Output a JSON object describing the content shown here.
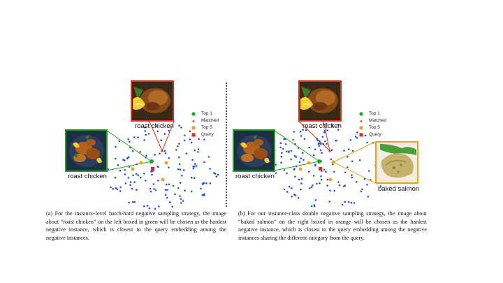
{
  "legend": {
    "top1": "Top 1",
    "matched": "Matched",
    "top5": "Top 5",
    "query": "Query"
  },
  "colors": {
    "dots": "#2255dd",
    "top1": "#22aa22",
    "matched": "#ee2222",
    "top5": "#f0a020",
    "query": "#ee2222",
    "box_green": "#2a9d2a",
    "box_red": "#e03020",
    "box_orange": "#f0a020"
  },
  "panel_a": {
    "label_top": "roast chicken",
    "label_left": "roast chicken",
    "caption": "(a) For the instance-level batch-hard negative sampling strategy, the image about “roast chicken” on the left boxed in green will be chosen as the hardest negative instance, which is closest to the query embedding among the negative instances."
  },
  "panel_b": {
    "label_top": "roast chicken",
    "label_left": "roast chicken",
    "label_right": "baked salmon",
    "caption": "(b) For our instance-class double negative sampling strategy, the image about “baked salmon” on the right boxed in orange will be chosen as the hardest negative instance, which is closest to the query embedding among the negative instances sharing the different category from the query."
  }
}
